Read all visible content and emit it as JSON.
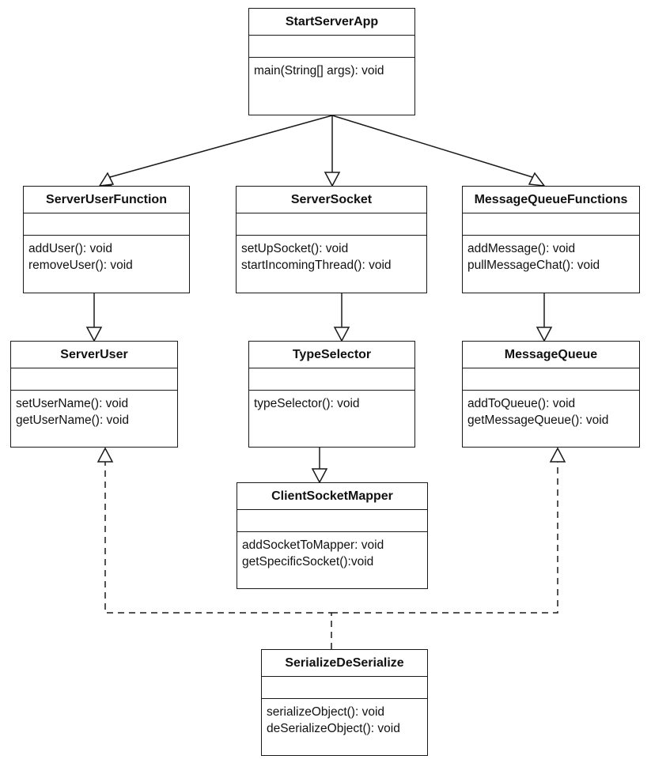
{
  "classes": {
    "startServerApp": {
      "name": "StartServerApp",
      "methods": [
        "main(String[] args): void"
      ]
    },
    "serverUserFunction": {
      "name": "ServerUserFunction",
      "methods": [
        "addUser(): void",
        "removeUser(): void"
      ]
    },
    "serverSocket": {
      "name": "ServerSocket",
      "methods": [
        "setUpSocket(): void",
        "startIncomingThread(): void"
      ]
    },
    "messageQueueFunctions": {
      "name": "MessageQueueFunctions",
      "methods": [
        "addMessage(): void",
        "pullMessageChat(): void"
      ]
    },
    "serverUser": {
      "name": "ServerUser",
      "methods": [
        "setUserName(): void",
        "getUserName(): void"
      ]
    },
    "typeSelector": {
      "name": "TypeSelector",
      "methods": [
        "typeSelector(): void"
      ]
    },
    "messageQueue": {
      "name": "MessageQueue",
      "methods": [
        "addToQueue(): void",
        "getMessageQueue(): void"
      ]
    },
    "clientSocketMapper": {
      "name": "ClientSocketMapper",
      "methods": [
        "addSocketToMapper: void",
        "getSpecificSocket():void"
      ]
    },
    "serializeDeSerialize": {
      "name": "SerializeDeSerialize",
      "methods": [
        "serializeObject(): void",
        "deSerializeObject(): void"
      ]
    }
  },
  "relations": [
    {
      "from": "startServerApp",
      "to": "serverUserFunction",
      "kind": "generalization"
    },
    {
      "from": "startServerApp",
      "to": "serverSocket",
      "kind": "generalization"
    },
    {
      "from": "startServerApp",
      "to": "messageQueueFunctions",
      "kind": "generalization"
    },
    {
      "from": "serverUserFunction",
      "to": "serverUser",
      "kind": "generalization"
    },
    {
      "from": "serverSocket",
      "to": "typeSelector",
      "kind": "generalization"
    },
    {
      "from": "messageQueueFunctions",
      "to": "messageQueue",
      "kind": "generalization"
    },
    {
      "from": "typeSelector",
      "to": "clientSocketMapper",
      "kind": "generalization"
    },
    {
      "from": "serializeDeSerialize",
      "to": "serverUser",
      "kind": "realization"
    },
    {
      "from": "serializeDeSerialize",
      "to": "messageQueue",
      "kind": "realization"
    }
  ],
  "colors": {
    "stroke": "#1a1a1a",
    "fill": "#ffffff"
  }
}
